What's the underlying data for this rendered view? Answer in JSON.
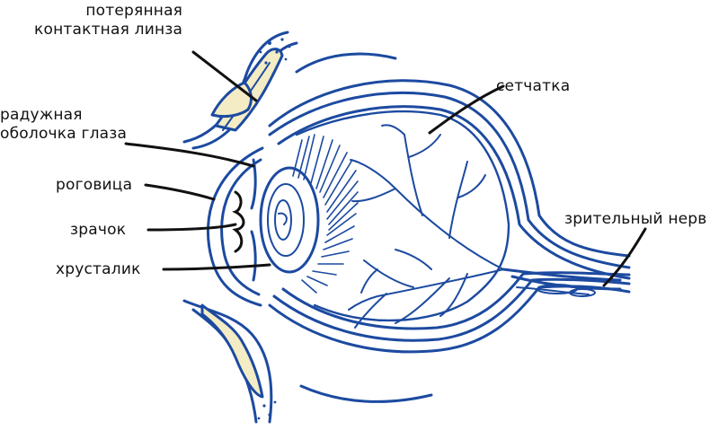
{
  "labels": {
    "lost_lens": "потерянная\nконтактная линза",
    "iris": "радужная\nоболочка глаза",
    "cornea": "роговица",
    "pupil": "зрачок",
    "lens": "хрусталик",
    "retina": "сетчатка",
    "optic_nerve": "зрительный нерв"
  },
  "colors": {
    "stroke": "#1c4aa0",
    "fill_cream": "#f3ecc4",
    "leader": "#111111"
  }
}
